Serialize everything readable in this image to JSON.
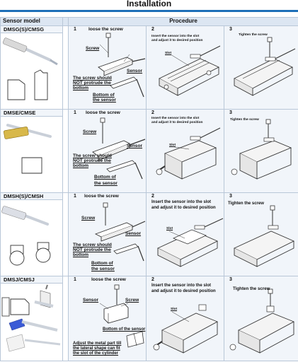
{
  "page": {
    "title": "Installation"
  },
  "header": {
    "model_col": "Sensor model",
    "procedure_col": "Procedure"
  },
  "rows": [
    {
      "model": "DMSG(S)/CMSG",
      "step1": {
        "num": "1",
        "top": "loose the screw",
        "screw": "Screw",
        "sensor": "Sensor",
        "note1": "The screw should",
        "note2": "NOT protrude the",
        "note3": "bottom",
        "bottom1": "Bottom of",
        "bottom2": "the sensor"
      },
      "step2": {
        "num": "2",
        "line1": "Insert the sensor into the slot",
        "line2": "and adjust it to desired position",
        "slot": "Slot"
      },
      "step3": {
        "num": "3",
        "text": "Tighten the screw"
      }
    },
    {
      "model": "DMSE/CMSE",
      "step1": {
        "num": "1",
        "top": "loose the screw",
        "screw": "Screw",
        "sensor": "Sensor",
        "note1": "The screw should",
        "note2": "NOT protrude the",
        "note3": "bottom",
        "bottom1": "Bottom of",
        "bottom2": "the sensor"
      },
      "step2": {
        "num": "2",
        "line1": "Insert the sensor into the slot",
        "line2": "and adjust it to desired position",
        "slot": "Slot"
      },
      "step3": {
        "num": "3",
        "text": "Tighten the screw"
      }
    },
    {
      "model": "DMSH(S)/CMSH",
      "step1": {
        "num": "1",
        "top": "loose the screw",
        "screw": "Screw",
        "sensor": "Sensor",
        "note1": "The screw should",
        "note2": "NOT protrude the",
        "note3": "bottom",
        "bottom1": "Bottom of",
        "bottom2": "the sensor"
      },
      "step2": {
        "num": "2",
        "line1": "Insert the sensor into the slot",
        "line2": "and adjust it to desired position",
        "slot": "Slot"
      },
      "step3": {
        "num": "3",
        "text": "Tighten the screw"
      }
    },
    {
      "model": "DMSJ/CMSJ",
      "step1": {
        "num": "1",
        "top": "loose the screw",
        "sensor": "Sensor",
        "screw": "Screw",
        "bottom": "Bottom of the sensor",
        "adj1": "Adjust the metal part till",
        "adj2": "the lateral shape can fit",
        "adj3": "the slot of the cylinder"
      },
      "step2": {
        "num": "2",
        "line1": "Insert the sensor into the slot",
        "line2": "and adjust it to desired position",
        "slot": "Slot"
      },
      "step3": {
        "num": "3",
        "text": "Tighten the screw"
      }
    }
  ]
}
